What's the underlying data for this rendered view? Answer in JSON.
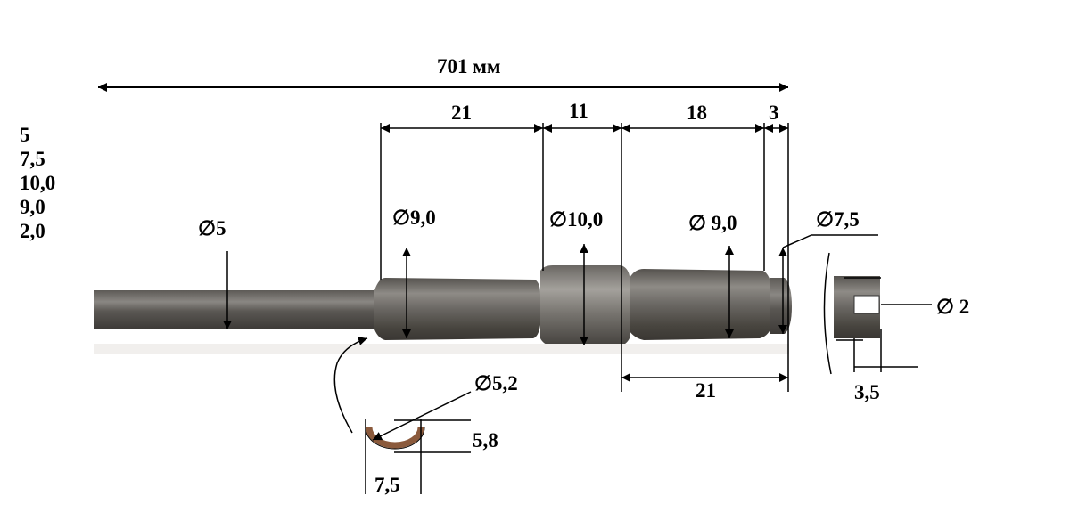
{
  "drawing": {
    "overall_length": "701 мм",
    "section_lengths": {
      "s1": "21",
      "s2": "11",
      "s3": "18",
      "s4": "3",
      "bottom": "21"
    },
    "diameters": {
      "d_rod": "∅5",
      "d_section1": "∅9,0",
      "d_collar": "∅10,0",
      "d_section3": "∅ 9,0",
      "d_end": "∅7,5",
      "d_hole": "∅ 2"
    },
    "end_view": {
      "hole_depth": "3,5"
    },
    "groove_detail": {
      "diameter": "∅5,2",
      "depth": "5,8",
      "width": "7,5"
    },
    "side_list": [
      "5",
      "7,5",
      "10,0",
      "9,0",
      "2,0"
    ],
    "colors": {
      "line": "#000000",
      "steel_dark": "#4a4744",
      "steel_mid": "#6d6a66",
      "steel_light": "#9a9793",
      "groove_ring": "#8b5a3c"
    }
  }
}
